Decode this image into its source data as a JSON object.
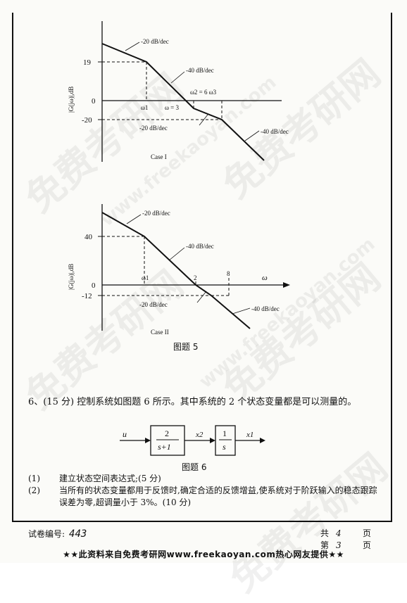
{
  "figure5": {
    "case1": {
      "ylabel": "|G(jω)|,dB",
      "y_19": "19",
      "y_0": "0",
      "y_m20": "-20",
      "slope_top": "-20 dB/dec",
      "slope_mid": "-40 dB/dec",
      "slope_flat": "-20 dB/dec",
      "slope_end": "-40 dB/dec",
      "w1": "ω1",
      "w_eq": "ω = 3",
      "w2_eq": "ω2 = 6 ω3",
      "caption": "Case I"
    },
    "case2": {
      "ylabel": "|G(jω)|,dB",
      "y_40": "40",
      "y_0": "0",
      "y_m12": "-12",
      "slope_top": "-20 dB/dec",
      "slope_mid": "-40 dB/dec",
      "slope_flat": "-20 dB/dec",
      "slope_end": "-40 dB/dec",
      "w1": "ω1",
      "tick_2": "2",
      "tick_8": "8",
      "axis_w": "ω",
      "caption": "Case II"
    },
    "title": "图题 5"
  },
  "question6": {
    "text": "6、(15 分) 控制系统如图题 6 所示。其中系统的 2 个状态变量都是可以测量的。",
    "diagram": {
      "input": "u",
      "block1_num": "2",
      "block1_den": "s+1",
      "x2": "x2",
      "block2_num": "1",
      "block2_den": "s",
      "x1": "x1",
      "title": "图题 6"
    },
    "items": [
      {
        "num": "(1)",
        "text": "建立状态空间表达式;(5 分)"
      },
      {
        "num": "(2)",
        "text": "当所有的状态变量都用于反馈时,确定合适的反馈增益,使系统对于阶跃输入的稳态跟踪误差为零,超调量小于 3%。(10 分)"
      }
    ]
  },
  "footer": {
    "paper_id_label": "试卷编号:",
    "paper_id_value": "443",
    "total_label": "共",
    "total_value": "4",
    "total_unit": "页",
    "page_label": "第",
    "page_value": "3",
    "page_unit": "页",
    "banner": "★★此资料来自免费考研网www.freekaoyan.com热心网友提供★★"
  },
  "watermark": {
    "cn": "免费考研网",
    "en": "www.freekaoyan.com"
  }
}
